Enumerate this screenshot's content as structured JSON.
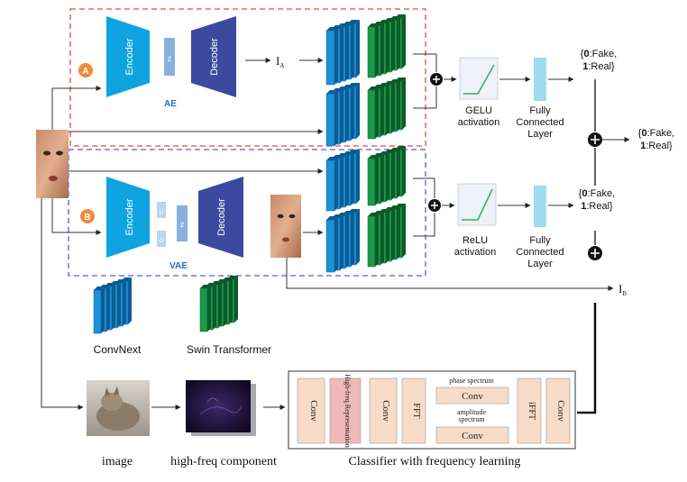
{
  "ae": {
    "badge": "A",
    "encoder": "Encoder",
    "z": "z",
    "decoder": "Decoder",
    "name": "AE",
    "output_main": "I",
    "output_sub": "A"
  },
  "vae": {
    "badge": "B",
    "encoder": "Encoder",
    "mu": "μ",
    "sigma": "σ",
    "z": "z",
    "decoder": "Decoder",
    "name": "VAE"
  },
  "top_branch": {
    "activation_line1": "GELU",
    "activation_line2": "activation",
    "fc_line1": "Fully",
    "fc_line2": "Connected",
    "fc_line3": "Layer",
    "output_line1_bold": "0",
    "output_line1_rest": ":Fake,",
    "output_line1_prefix": "{",
    "output_line2_bold": "1",
    "output_line2_rest": ":Real}"
  },
  "bottom_branch": {
    "activation_line1": "ReLU",
    "activation_line2": "activation",
    "fc_line1": "Fully",
    "fc_line2": "Connected",
    "fc_line3": "Layer",
    "output_line1_prefix": "{",
    "output_line1_bold": "0",
    "output_line1_rest": ":Fake,",
    "output_line2_bold": "1",
    "output_line2_rest": ":Real}"
  },
  "final_output": {
    "line1_prefix": "{",
    "line1_bold": "0",
    "line1_rest": ":Fake,",
    "line2_bold": "1",
    "line2_rest": ":Real}"
  },
  "ib_main": "I",
  "ib_sub": "B",
  "legend": {
    "convnext": "ConvNext",
    "swin": "Swin Transformer"
  },
  "classifier": {
    "conv1": "Conv",
    "highfreq": "High-freq Representation",
    "conv2": "Conv",
    "fft": "FFT",
    "phase_label": "phase spectrum",
    "phase_conv": "Conv",
    "amp_label_line1": "amplitude",
    "amp_label_line2": "spectrum",
    "amp_conv": "Conv",
    "ifft": "iFFT",
    "conv3": "Conv"
  },
  "captions": {
    "image": "image",
    "highfreq": "high-freq component",
    "classifier": "Classifier with frequency learning"
  },
  "colors": {
    "encoder_blue": "#0fa3e0",
    "decoder_navy": "#3b4a9e",
    "convnext_blue": "#1e90d8",
    "swin_green": "#1a9a4a",
    "fc_teal": "#9fdcec",
    "red_dash": "#e04a4a",
    "blue_dash": "#5a5ad8",
    "badge_orange": "#f08a3c",
    "block_fill": "#f8dcc8",
    "highfreq_fill": "#f0b8b8"
  }
}
